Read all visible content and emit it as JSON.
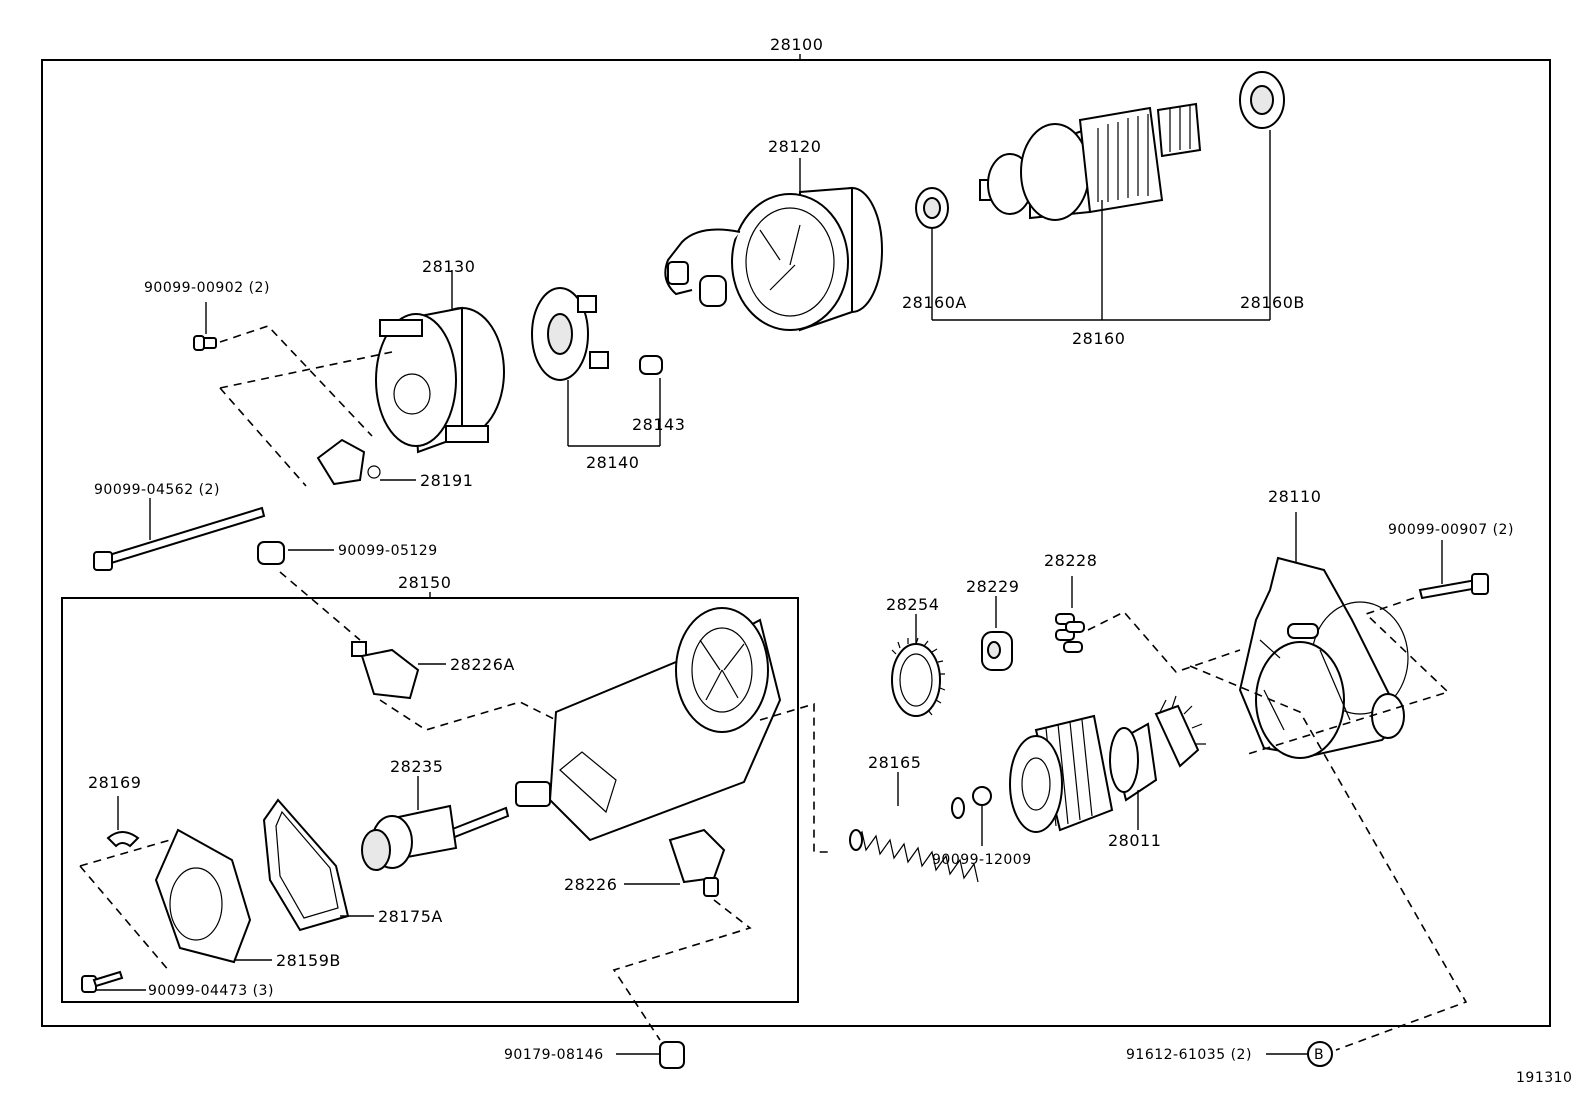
{
  "labels": {
    "assy_28100": "28100",
    "p28120": "28120",
    "p28130": "28130",
    "p90099_00902": "90099-00902 (2)",
    "p28160A": "28160A",
    "p28160B": "28160B",
    "p28160": "28160",
    "p28143": "28143",
    "p28140": "28140",
    "p28191": "28191",
    "p90099_04562": "90099-04562 (2)",
    "p90099_05129": "90099-05129",
    "p28150": "28150",
    "p28226A": "28226A",
    "p28110": "28110",
    "p90099_00907": "90099-00907 (2)",
    "p28228": "28228",
    "p28229": "28229",
    "p28254": "28254",
    "p28165": "28165",
    "p90099_12009": "90099-12009",
    "p28011": "28011",
    "p28235": "28235",
    "p28169": "28169",
    "p28226": "28226",
    "p28175A": "28175A",
    "p28159B": "28159B",
    "p90099_04473": "90099-04473 (3)",
    "p90179_08146": "90179-08146",
    "p91612_61035": "91612-61035 (2)",
    "bolt_symbol": "B",
    "figure_id": "191310"
  }
}
